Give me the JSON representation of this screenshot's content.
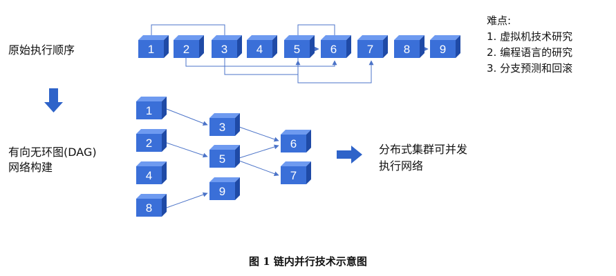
{
  "labels": {
    "original_order": "原始执行顺序",
    "dag_line1": "有向无环图(DAG)",
    "dag_line2": "网络构建",
    "result_line1": "分布式集群可并发",
    "result_line2": "执行网络"
  },
  "notes": {
    "title": "难点:",
    "items": [
      "1. 虚拟机技术研究",
      "2. 编程语言的研究",
      "3. 分支预测和回滚"
    ]
  },
  "caption": "图 1 链内并行技术示意图",
  "sequence": [
    "1",
    "2",
    "3",
    "4",
    "5",
    "6",
    "7",
    "8",
    "9"
  ],
  "dag_nodes": [
    "1",
    "2",
    "4",
    "8",
    "3",
    "5",
    "9",
    "6",
    "7"
  ],
  "colors": {
    "box_front": "#3a6fd8",
    "box_top": "#6e9af0",
    "box_side": "#1f4aa6",
    "line": "#4b73c8",
    "arrow": "#2e63c9"
  }
}
